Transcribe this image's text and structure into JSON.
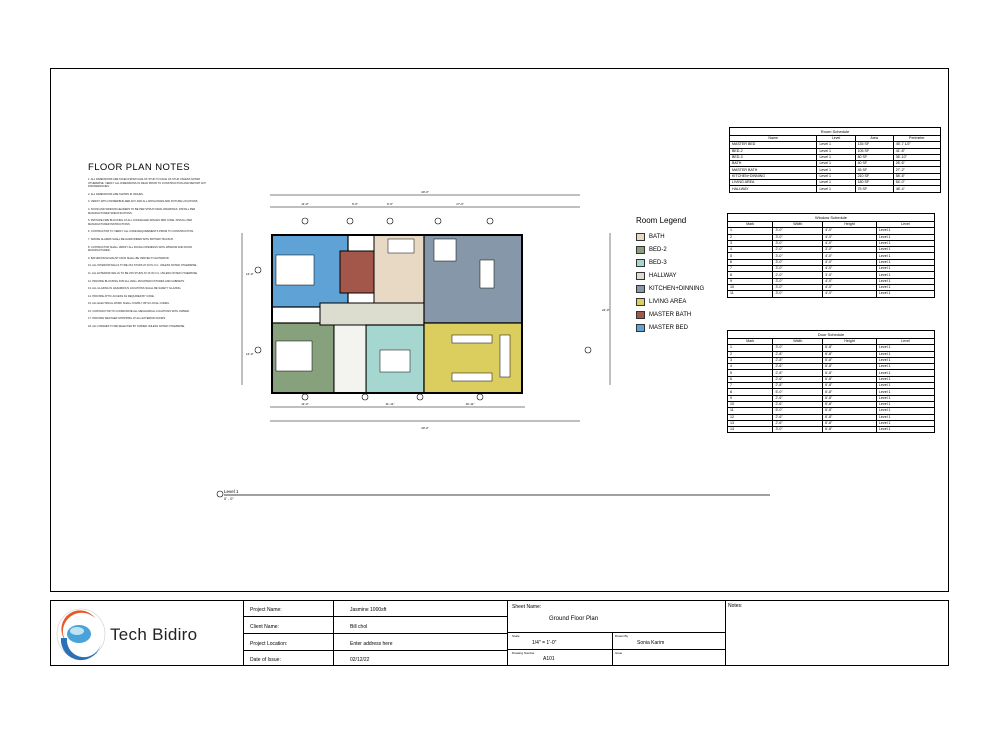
{
  "notes": {
    "title": "FLOOR PLAN NOTES",
    "items": [
      "1. ALL DIMENSIONS ARE TAKEN FROM FACE OF STUD TO FACE OF STUD UNLESS NOTED OTHERWISE. VERIFY ALL DIMENSIONS IN FIELD PRIOR TO CONSTRUCTION AND REPORT ANY DISCREPANCIES.",
      "2. ALL DIMENSIONS ARE SHOWN IN INCHES.",
      "3. VERIFY WITH OWNER/BUILDER ANY AND ALL APPLIANCES AND FIXTURE LOCATIONS.",
      "4. DOOR AND WINDOW HEADERS TO BE PER STRUCTURAL DRAWINGS. INSTALL PER MANUFACTURER SPECIFICATIONS.",
      "5. PROVIDE FIRE BLOCKING AT ALL CONCEALED SPACES PER CODE. INSTALL PER MANUFACTURER INSTRUCTIONS.",
      "6. CONTRACTOR TO VERIFY ALL CODE REQUIREMENTS PRIOR TO CONSTRUCTION.",
      "7. SMOKE ALARMS SHALL BE HARD WIRED WITH BATTERY BACKUP.",
      "8. CONTRACTOR SHALL VERIFY ALL ROUGH OPENINGS WITH WINDOW AND DOOR MANUFACTURER.",
      "9. BATHROOM EXHAUST FANS SHALL BE VENTED TO EXTERIOR.",
      "10. ALL INTERIOR WALLS TO BE 2X4 STUDS AT 16 IN O.C. UNLESS NOTED OTHERWISE.",
      "11. ALL EXTERIOR WALLS TO BE 2X6 STUDS AT 16 IN O.C. UNLESS NOTED OTHERWISE.",
      "12. PROVIDE BLOCKING FOR ALL WALL MOUNTED FIXTURES AND CABINETS.",
      "13. ALL GLAZING IN HAZARDOUS LOCATIONS SHALL BE SAFETY GLAZING.",
      "14. PROVIDE ATTIC ACCESS AS REQUIRED BY CODE.",
      "15. ALL ELECTRICAL WORK SHALL COMPLY WITH LOCAL CODES.",
      "16. CONTRACTOR TO COORDINATE ALL MECHANICAL LOCATIONS WITH OWNER.",
      "17. PROVIDE WEATHER STRIPPING AT ALL EXTERIOR DOORS.",
      "18. ALL FINISHES TO BE SELECTED BY OWNER UNLESS NOTED OTHERWISE."
    ]
  },
  "legend": {
    "title": "Room Legend",
    "items": [
      {
        "label": "BATH",
        "color": "#e8d9c4"
      },
      {
        "label": "BED-2",
        "color": "#86a17c"
      },
      {
        "label": "BED-3",
        "color": "#a5d6cf"
      },
      {
        "label": "HALLWAY",
        "color": "#dcdccf"
      },
      {
        "label": "KITCHEN+DINNING",
        "color": "#8597a8"
      },
      {
        "label": "LIVING AREA",
        "color": "#dccd5f"
      },
      {
        "label": "MASTER BATH",
        "color": "#a3574a"
      },
      {
        "label": "MASTER BED",
        "color": "#5ea2d6"
      }
    ]
  },
  "room_schedule": {
    "title": "Room Schedule",
    "headers": [
      "Name",
      "Level",
      "Area",
      "Perimeter"
    ],
    "rows": [
      [
        "MASTER BED",
        "Level 1",
        "135 SF",
        "45'-7 1/2\""
      ],
      [
        "BED-2",
        "Level 1",
        "105 SF",
        "41'-8\""
      ],
      [
        "BED-3",
        "Level 1",
        "80 SF",
        "36'-10\""
      ],
      [
        "BATH",
        "Level 1",
        "40 SF",
        "26'-6\""
      ],
      [
        "MASTER BATH",
        "Level 1",
        "45 SF",
        "27'-2\""
      ],
      [
        "KITCHEN+DINNING",
        "Level 1",
        "210 SF",
        "58'-6\""
      ],
      [
        "LIVING AREA",
        "Level 1",
        "180 SF",
        "54'-0\""
      ],
      [
        "HALLWAY",
        "Level 1",
        "75 SF",
        "48'-4\""
      ]
    ]
  },
  "window_schedule": {
    "title": "Window Schedule",
    "headers": [
      "Mark",
      "Width",
      "Height",
      "Level"
    ],
    "rows": [
      [
        "1",
        "3'-0\"",
        "4'-0\"",
        "Level 1"
      ],
      [
        "2",
        "3'-0\"",
        "4'-0\"",
        "Level 1"
      ],
      [
        "3",
        "3'-0\"",
        "4'-0\"",
        "Level 1"
      ],
      [
        "4",
        "2'-0\"",
        "3'-0\"",
        "Level 1"
      ],
      [
        "5",
        "3'-0\"",
        "4'-0\"",
        "Level 1"
      ],
      [
        "6",
        "3'-0\"",
        "4'-0\"",
        "Level 1"
      ],
      [
        "7",
        "3'-0\"",
        "4'-0\"",
        "Level 1"
      ],
      [
        "8",
        "2'-0\"",
        "3'-0\"",
        "Level 1"
      ],
      [
        "9",
        "3'-0\"",
        "4'-0\"",
        "Level 1"
      ],
      [
        "10",
        "3'-0\"",
        "4'-0\"",
        "Level 1"
      ],
      [
        "11",
        "3'-0\"",
        "4'-0\"",
        "Level 1"
      ]
    ]
  },
  "door_schedule": {
    "title": "Door Schedule",
    "headers": [
      "Mark",
      "Width",
      "Height",
      "Level"
    ],
    "rows": [
      [
        "1",
        "3'-0\"",
        "6'-8\"",
        "Level 1"
      ],
      [
        "2",
        "2'-8\"",
        "6'-8\"",
        "Level 1"
      ],
      [
        "3",
        "2'-8\"",
        "6'-8\"",
        "Level 1"
      ],
      [
        "4",
        "2'-6\"",
        "6'-8\"",
        "Level 1"
      ],
      [
        "5",
        "2'-8\"",
        "6'-8\"",
        "Level 1"
      ],
      [
        "6",
        "2'-6\"",
        "6'-8\"",
        "Level 1"
      ],
      [
        "7",
        "2'-8\"",
        "6'-8\"",
        "Level 1"
      ],
      [
        "8",
        "5'-0\"",
        "6'-8\"",
        "Level 1"
      ],
      [
        "9",
        "2'-6\"",
        "6'-8\"",
        "Level 1"
      ],
      [
        "10",
        "2'-6\"",
        "6'-8\"",
        "Level 1"
      ],
      [
        "11",
        "5'-0\"",
        "6'-8\"",
        "Level 1"
      ],
      [
        "12",
        "2'-6\"",
        "6'-8\"",
        "Level 1"
      ],
      [
        "13",
        "2'-6\"",
        "6'-8\"",
        "Level 1"
      ],
      [
        "14",
        "3'-0\"",
        "6'-8\"",
        "Level 1"
      ]
    ]
  },
  "plan": {
    "dims_top": [
      "40'-0\"",
      "11'-0\"",
      "6'-0\"",
      "6'-0\"",
      "17'-0\""
    ],
    "dims_bottom": [
      "40'-0\"",
      "11'-0\"",
      "11'-11\"",
      "16'-11\""
    ],
    "dims_side": [
      "24'-0\"",
      "12'-0\"",
      "12'-0\""
    ],
    "level_label": "Level 1",
    "level_elev": "0' - 0\""
  },
  "title_block": {
    "company": "Tech Bidiro",
    "labels": {
      "project_name": "Project Name:",
      "client_name": "Client Name:",
      "project_location": "Project Location:",
      "date_of_issue": "Date of Issue:",
      "sheet_name": "Sheet Name:",
      "notes": "Notes:",
      "scale": "Scale",
      "drawn_by": "Drawn By",
      "drawing_number": "Drawing Number",
      "issue": "Issue"
    },
    "values": {
      "project_name": "Jasmine 1000sft",
      "client_name": "Bill chol",
      "project_location": "Enter address here",
      "date_of_issue": "02/12/22",
      "sheet_name": "Ground Floor Plan",
      "scale": "1/4\" = 1'-0\"",
      "drawn_by": "Sonia Karim",
      "drawing_number": "A101"
    }
  }
}
